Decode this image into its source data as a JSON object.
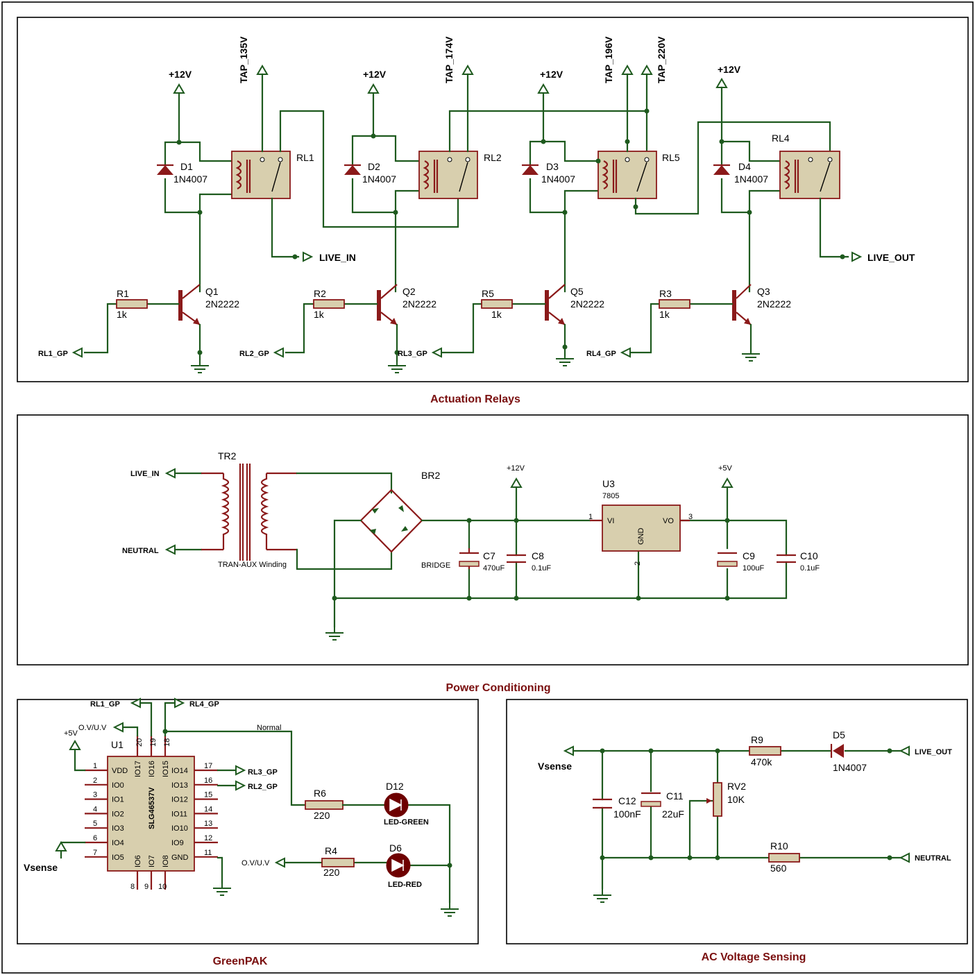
{
  "sections": {
    "actuation": "Actuation Relays",
    "power": "Power Conditioning",
    "greenpak": "GreenPAK",
    "sensing": "AC Voltage Sensing"
  },
  "relays": {
    "supply": "+12V",
    "taps": [
      "TAP_135V",
      "TAP_174V",
      "TAP_196V",
      "TAP_220V"
    ],
    "stages": [
      {
        "relay": "RL1",
        "diode": "D1",
        "diode_part": "1N4007",
        "transistor": "Q1",
        "transistor_part": "2N2222",
        "resistor": "R1",
        "resistor_value": "1k",
        "gp": "RL1_GP"
      },
      {
        "relay": "RL2",
        "diode": "D2",
        "diode_part": "1N4007",
        "transistor": "Q2",
        "transistor_part": "2N2222",
        "resistor": "R2",
        "resistor_value": "1k",
        "gp": "RL2_GP"
      },
      {
        "relay": "RL5",
        "diode": "D3",
        "diode_part": "1N4007",
        "transistor": "Q5",
        "transistor_part": "2N2222",
        "resistor": "R5",
        "resistor_value": "1k",
        "gp": "RL3_GP"
      },
      {
        "relay": "RL4",
        "diode": "D4",
        "diode_part": "1N4007",
        "transistor": "Q3",
        "transistor_part": "2N2222",
        "resistor": "R3",
        "resistor_value": "1k",
        "gp": "RL4_GP"
      }
    ],
    "live_in": "LIVE_IN",
    "live_out": "LIVE_OUT"
  },
  "power": {
    "live_in": "LIVE_IN",
    "neutral": "NEUTRAL",
    "transformer": "TR2",
    "transformer_note": "TRAN-AUX Winding",
    "bridge": "BR2",
    "bridge_label": "BRIDGE",
    "c7": "C7",
    "c7_value": "470uF",
    "c8": "C8",
    "c8_value": "0.1uF",
    "c9": "C9",
    "c9_value": "100uF",
    "c10": "C10",
    "c10_value": "0.1uF",
    "reg": "U3",
    "reg_part": "7805",
    "reg_vi": "VI",
    "reg_vo": "VO",
    "reg_gnd": "GND",
    "pin1": "1",
    "pin2": "2",
    "pin3": "3",
    "v12": "+12V",
    "v5": "+5V"
  },
  "greenpak": {
    "chip": "U1",
    "part": "SLG46537V",
    "rl1": "RL1_GP",
    "rl4": "RL4_GP",
    "rl3": "RL3_GP",
    "rl2": "RL2_GP",
    "ovuv": "O.V/U.V",
    "ovuv2": "O.V/U.V",
    "v5": "+5V",
    "vsense": "Vsense",
    "normal": "Normal",
    "left_pins": [
      "VDD",
      "IO0",
      "IO1",
      "IO2",
      "IO3",
      "IO4",
      "IO5"
    ],
    "left_nums": [
      "1",
      "2",
      "3",
      "4",
      "5",
      "6",
      "7"
    ],
    "right_pins": [
      "IO14",
      "IO13",
      "IO12",
      "IO11",
      "IO10",
      "IO9",
      "GND"
    ],
    "right_nums": [
      "17",
      "16",
      "15",
      "14",
      "13",
      "12",
      "11"
    ],
    "top_pins": [
      "IO17",
      "IO16",
      "IO15"
    ],
    "top_nums": [
      "20",
      "19",
      "18"
    ],
    "bottom_pins": [
      "IO6",
      "IO7",
      "IO8"
    ],
    "bottom_nums": [
      "8",
      "9",
      "10"
    ],
    "r6": "R6",
    "r6_value": "220",
    "r4": "R4",
    "r4_value": "220",
    "d12": "D12",
    "d12_part": "LED-GREEN",
    "d6": "D6",
    "d6_part": "LED-RED"
  },
  "sensing": {
    "vsense": "Vsense",
    "r9": "R9",
    "r9_value": "470k",
    "d5": "D5",
    "d5_part": "1N4007",
    "live_out": "LIVE_OUT",
    "c12": "C12",
    "c12_value": "100nF",
    "c11": "C11",
    "c11_value": "22uF",
    "rv2": "RV2",
    "rv2_value": "10K",
    "r10": "R10",
    "r10_value": "560",
    "neutral": "NEUTRAL"
  },
  "colors": {
    "wire": "#1e5a1e",
    "pin": "#8b1a1a",
    "body": "#d8cfae",
    "caption": "#7a0f0f"
  }
}
